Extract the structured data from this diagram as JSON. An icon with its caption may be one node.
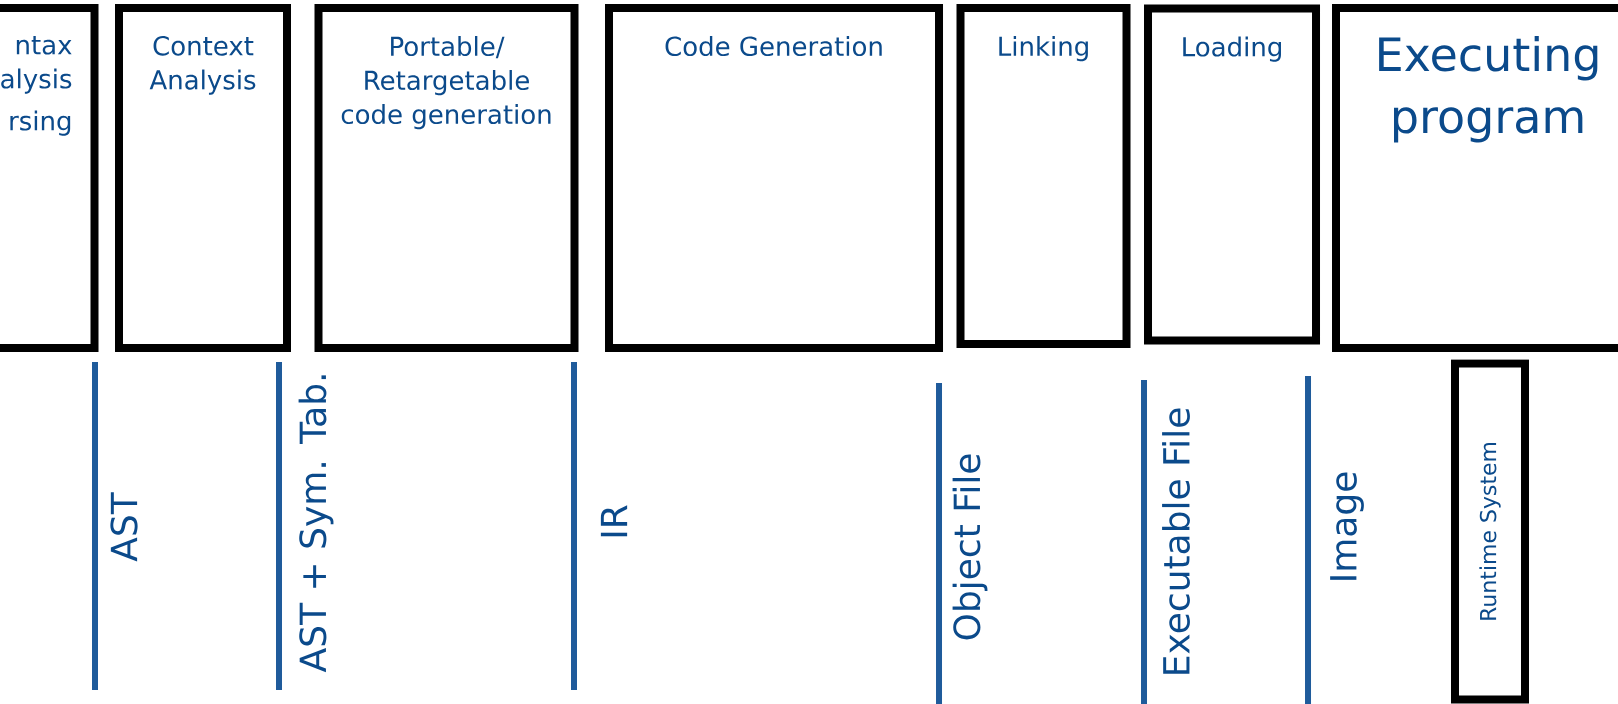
{
  "diagram": {
    "nodes": [
      {
        "text": [
          "ntax alysis",
          "rsing"
        ]
      },
      {
        "text": [
          "Context Analysis"
        ]
      },
      {
        "text": [
          "Portable/ Retargetable code generation"
        ]
      },
      {
        "text": [
          "Code Generation"
        ]
      },
      {
        "text": [
          "Linking"
        ]
      },
      {
        "text": [
          "Loading"
        ]
      },
      {
        "text": [
          "Executing program"
        ]
      },
      {
        "text": [
          "Runtime System"
        ]
      }
    ],
    "labels": [
      "AST",
      "AST + Sym. Tab.",
      "IR",
      "Object File",
      "Executable File",
      "Image"
    ]
  }
}
